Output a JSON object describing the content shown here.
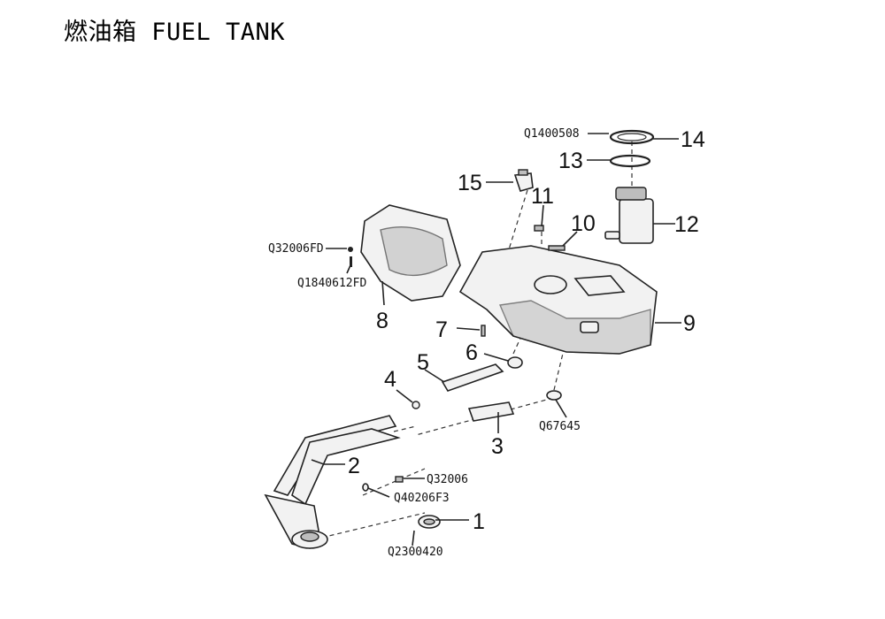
{
  "title": "燃油箱 FUEL TANK",
  "parts": [
    {
      "num": "1"
    },
    {
      "num": "2"
    },
    {
      "num": "3"
    },
    {
      "num": "4"
    },
    {
      "num": "5"
    },
    {
      "num": "6"
    },
    {
      "num": "7"
    },
    {
      "num": "8"
    },
    {
      "num": "9"
    },
    {
      "num": "10"
    },
    {
      "num": "11"
    },
    {
      "num": "12"
    },
    {
      "num": "13"
    },
    {
      "num": "14"
    },
    {
      "num": "15"
    }
  ],
  "fasteners": [
    {
      "code": "Q1400508"
    },
    {
      "code": "Q32006FD"
    },
    {
      "code": "Q1840612FD"
    },
    {
      "code": "Q67645"
    },
    {
      "code": "Q32006"
    },
    {
      "code": "Q40206F3"
    },
    {
      "code": "Q2300420"
    }
  ]
}
